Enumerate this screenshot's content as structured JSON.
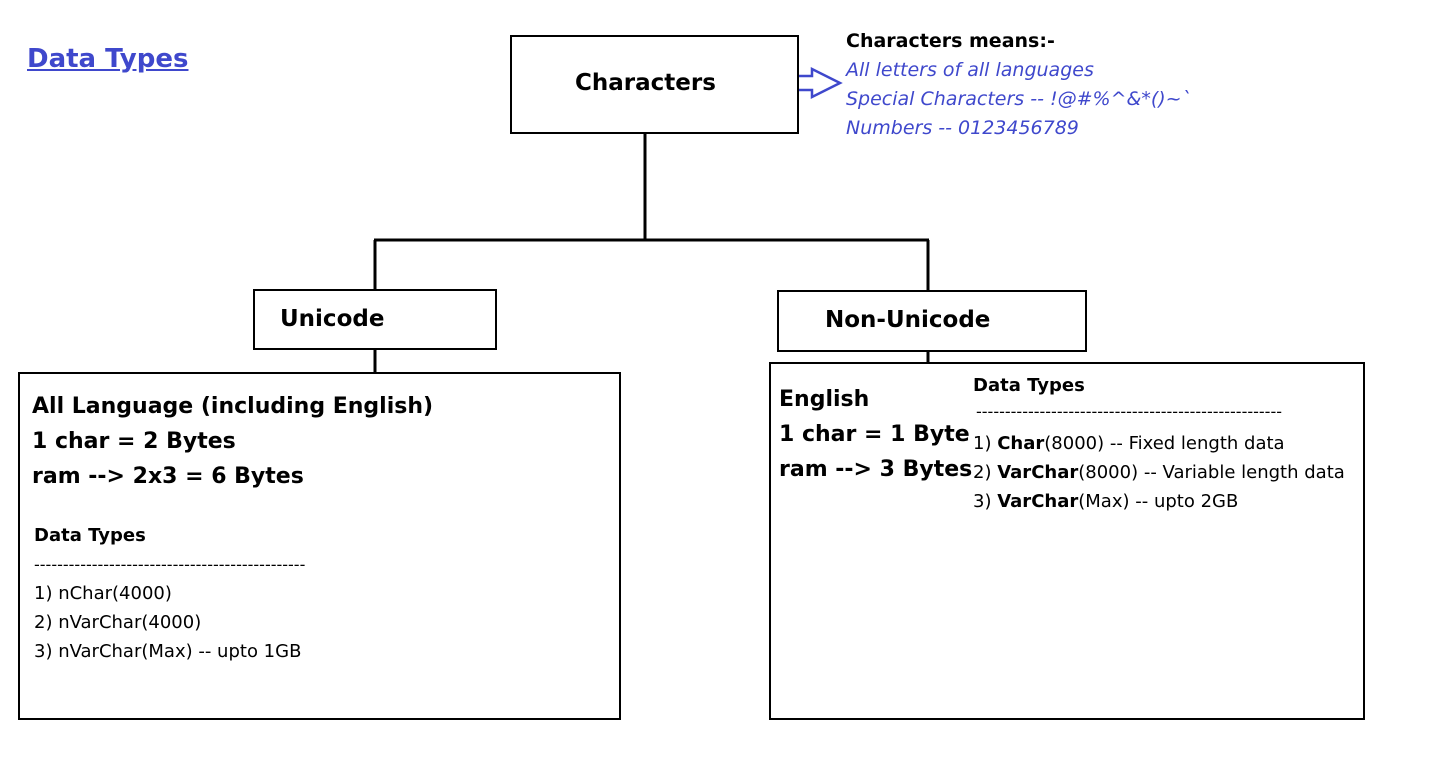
{
  "title": "Data Types",
  "root": {
    "label": "Characters"
  },
  "note": {
    "heading": "Characters means:-",
    "lines": [
      "All letters of all languages",
      "Special Characters -- !@#%^&*()~`",
      "Numbers -- 0123456789"
    ]
  },
  "unicode": {
    "label": "Unicode",
    "summary": [
      "All Language (including English)",
      "1 char = 2 Bytes",
      "ram --> 2x3 = 6 Bytes"
    ],
    "types_heading": "Data Types",
    "divider": "-----------------------------------------------",
    "types": [
      "1) nChar(4000)",
      "2) nVarChar(4000)",
      "3) nVarChar(Max) -- upto 1GB"
    ]
  },
  "non_unicode": {
    "label": "Non-Unicode",
    "summary": [
      "English",
      "1 char = 1 Byte",
      "ram --> 3 Bytes"
    ],
    "types_heading": "Data Types",
    "divider": "-----------------------------------------------------",
    "types": [
      {
        "num": "1)",
        "name": "Char",
        "rest": "(8000)  -- Fixed length data"
      },
      {
        "num": "2)",
        "name": "VarChar",
        "rest": "(8000) -- Variable length data"
      },
      {
        "num": "3)",
        "name": "VarChar",
        "rest": "(Max) -- upto 2GB"
      }
    ]
  },
  "colors": {
    "accent": "#3f48cc",
    "line": "#000000"
  }
}
